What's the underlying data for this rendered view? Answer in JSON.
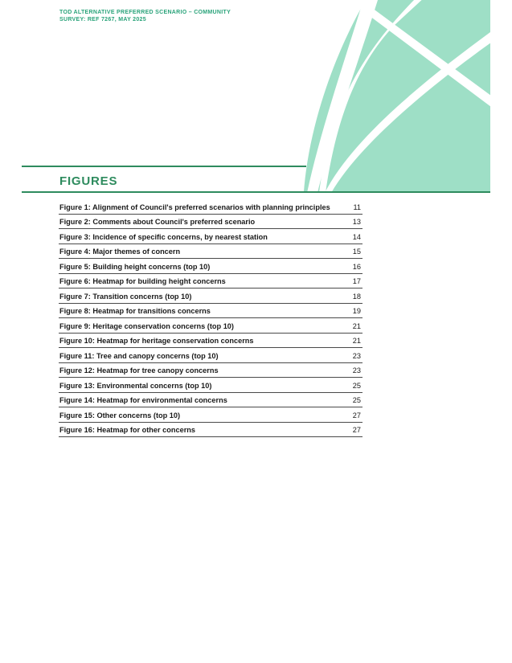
{
  "header": {
    "line1": "TOD ALTERNATIVE PREFERRED SCENARIO – COMMUNITY",
    "line2": "SURVEY: REF 7267, MAY 2025"
  },
  "section": {
    "title": "FIGURES"
  },
  "figures": [
    {
      "label": "Figure 1: Alignment of Council's preferred scenarios with planning principles",
      "page": "11"
    },
    {
      "label": "Figure 2: Comments about Council's preferred scenario",
      "page": "13"
    },
    {
      "label": "Figure 3: Incidence of specific concerns, by nearest station",
      "page": "14"
    },
    {
      "label": "Figure 4: Major themes of concern",
      "page": "15"
    },
    {
      "label": "Figure 5: Building height concerns (top 10)",
      "page": "16"
    },
    {
      "label": "Figure 6: Heatmap for building height concerns",
      "page": "17"
    },
    {
      "label": "Figure 7: Transition concerns (top 10)",
      "page": "18"
    },
    {
      "label": "Figure 8: Heatmap for transitions concerns",
      "page": "19"
    },
    {
      "label": "Figure 9: Heritage conservation concerns (top 10)",
      "page": "21"
    },
    {
      "label": "Figure 10: Heatmap for heritage conservation concerns",
      "page": "21"
    },
    {
      "label": "Figure 11: Tree and canopy concerns (top 10)",
      "page": "23"
    },
    {
      "label": "Figure 12: Heatmap for tree canopy concerns",
      "page": "23"
    },
    {
      "label": "Figure 13: Environmental concerns (top 10)",
      "page": "25"
    },
    {
      "label": "Figure 14: Heatmap for environmental concerns",
      "page": "25"
    },
    {
      "label": "Figure 15: Other concerns (top 10)",
      "page": "27"
    },
    {
      "label": "Figure 16: Heatmap for other concerns",
      "page": "27"
    }
  ],
  "colors": {
    "accent": "#2e8b5e",
    "header_text": "#2aa37a",
    "decoration_fill": "#9edfc6"
  }
}
